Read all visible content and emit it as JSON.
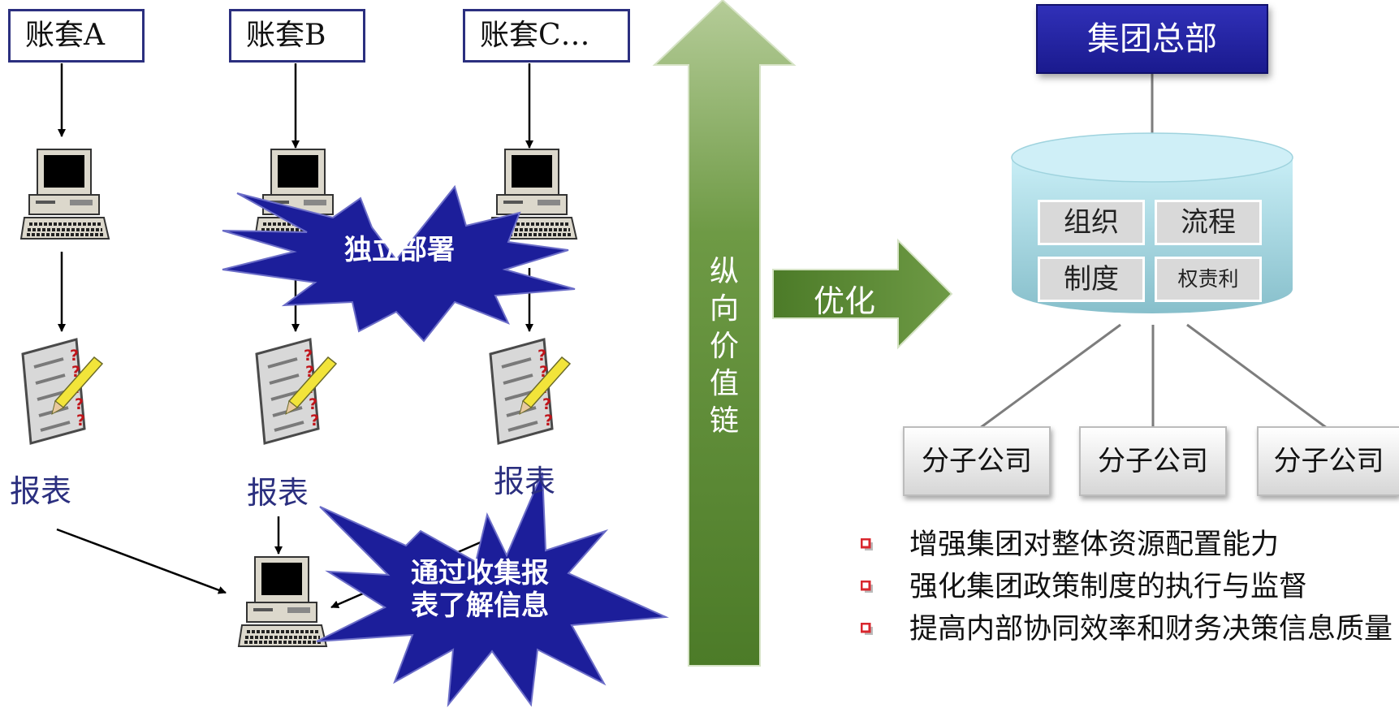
{
  "ledgers": [
    {
      "label": "账套A"
    },
    {
      "label": "账套B"
    },
    {
      "label": "账套C…"
    }
  ],
  "report_labels": [
    "报表",
    "报表",
    "报表"
  ],
  "bursts": {
    "deploy": "独立部署",
    "collect_line1": "通过收集报",
    "collect_line2": "表了解信息"
  },
  "vertical_chain": [
    "纵",
    "向",
    "价",
    "值",
    "链"
  ],
  "optimize_label": "优化",
  "headquarters": "集团总部",
  "db_cells": [
    "组织",
    "流程",
    "制度",
    "权责利"
  ],
  "subsidiaries": [
    "分子公司",
    "分子公司",
    "分子公司"
  ],
  "bullets": [
    "增强集团对整体资源配置能力",
    "强化集团政策制度的执行与监督",
    "提高内部协同效率和财务决策信息质量"
  ],
  "colors": {
    "navy": "#2b2f7f",
    "burst": "#1c1e9a",
    "arrow_green_dark": "#4c7b28",
    "arrow_green_light": "#b5cc98",
    "hq_blue": "#1f1fa0",
    "cylinder_top": "#c8eef6",
    "cylinder_body": "#8cc4cf",
    "bullet_red": "#d9272e"
  }
}
